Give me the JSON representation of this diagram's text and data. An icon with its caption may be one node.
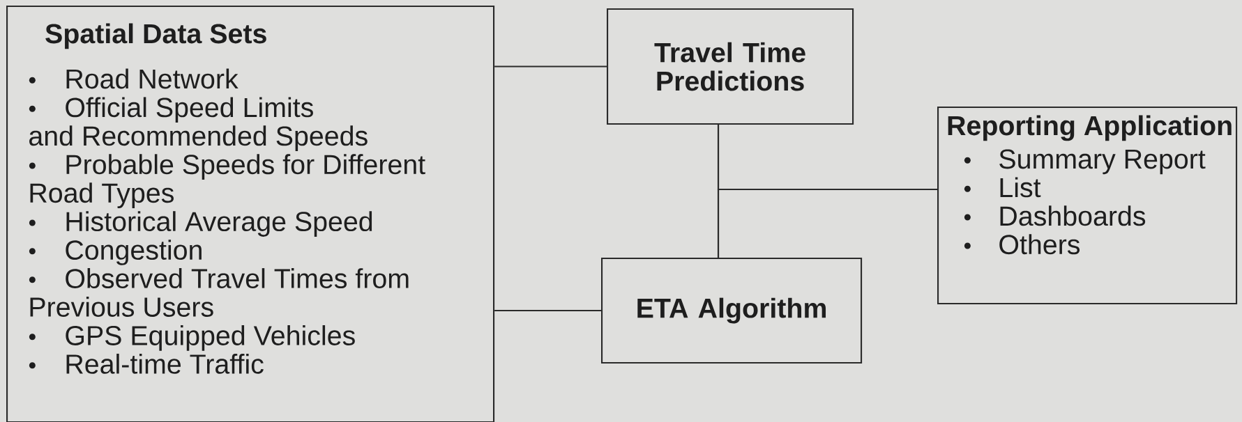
{
  "diagram": {
    "nodes": [
      {
        "text": [
          "Spatial Data Sets",
          "Road Network",
          "Official Speed Limits and Recommended Speeds",
          "Probable Speeds for Different Road Types",
          "Historical Average Speed",
          "Congestion",
          "Observed Travel Times from Previous Users",
          "GPS Equipped Vehicles",
          "Real-time Traffic"
        ]
      },
      {
        "text": [
          "Travel Time Predictions"
        ]
      },
      {
        "text": [
          "ETA Algorithm"
        ]
      },
      {
        "text": [
          "Reporting Application",
          "Summary Report",
          "List",
          "Dashboards",
          "Others"
        ]
      }
    ],
    "edges": [
      {
        "from": 0,
        "to": 1,
        "arrow": "none"
      },
      {
        "from": 0,
        "to": 2,
        "arrow": "none"
      },
      {
        "from": 1,
        "to": 2,
        "arrow": "none"
      },
      {
        "from": 1,
        "to": 3,
        "arrow": "none"
      },
      {
        "from": 2,
        "to": 3,
        "arrow": "none"
      }
    ]
  }
}
